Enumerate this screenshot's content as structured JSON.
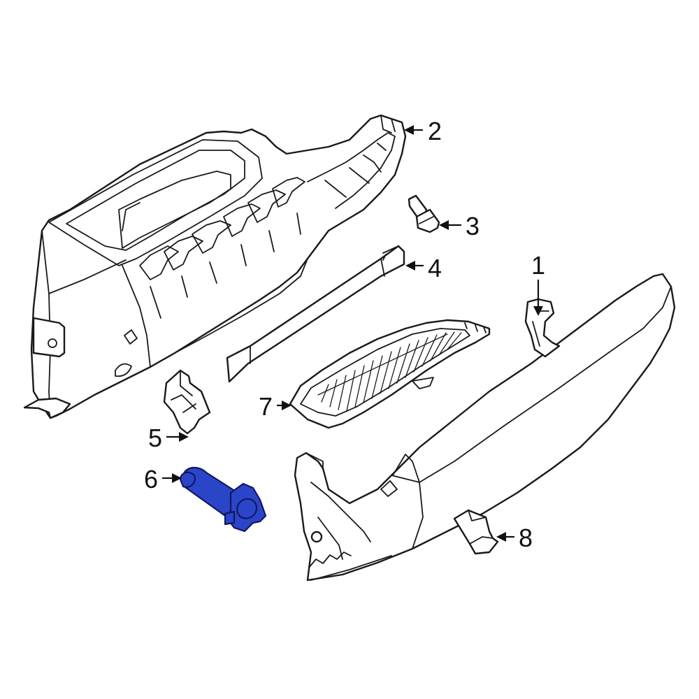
{
  "highlight_color": "#2b45c9",
  "callouts": [
    {
      "id": "1",
      "label": "1"
    },
    {
      "id": "2",
      "label": "2"
    },
    {
      "id": "3",
      "label": "3"
    },
    {
      "id": "4",
      "label": "4"
    },
    {
      "id": "5",
      "label": "5"
    },
    {
      "id": "6",
      "label": "6"
    },
    {
      "id": "7",
      "label": "7"
    },
    {
      "id": "8",
      "label": "8"
    }
  ],
  "highlighted_part": "6"
}
